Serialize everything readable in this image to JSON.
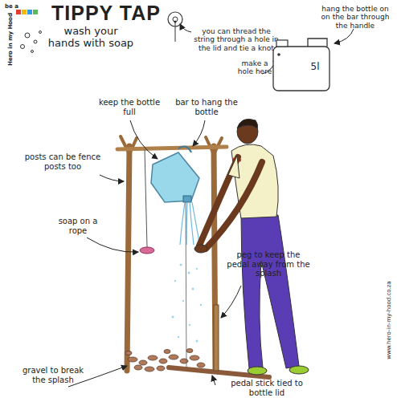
{
  "diagram": {
    "title": "TIPPY TAP",
    "nodes": [
      {
        "text": [
          "5l"
        ]
      }
    ],
    "labels": [
      "wash your hands with soap",
      "be a",
      "Hero in my Hood",
      "you can thread the string through a hole in the lid and tie a knot",
      "hang the bottle on on the bar through the handle",
      "make a hole here",
      "keep the bottle full",
      "bar to hang the bottle",
      "posts can be fence posts too",
      "soap on a rope",
      "peg to keep the pedal away from the splash",
      "gravel to break the splash",
      "pedal stick tied to bottle lid",
      "www.hero-in-my-hood.co.za"
    ]
  }
}
